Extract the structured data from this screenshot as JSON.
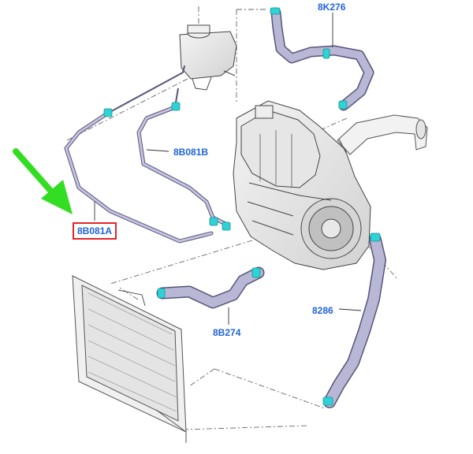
{
  "diagram": {
    "labels": {
      "hose_8k276": "8K276",
      "hose_8b081b": "8B081B",
      "hose_8b081a": "8B081A",
      "hose_8b274": "8B274",
      "hose_8286": "8286"
    },
    "highlighted_part": "8B081A",
    "colors": {
      "label_text": "#1f63d6",
      "highlight_border": "#e0262b",
      "arrow": "#33dd22",
      "hose_fill": "#b9b7d6",
      "hose_stroke": "#55557a",
      "clamp": "#2fd3d6",
      "line_art": "#444444",
      "dash_line": "#666666"
    }
  }
}
